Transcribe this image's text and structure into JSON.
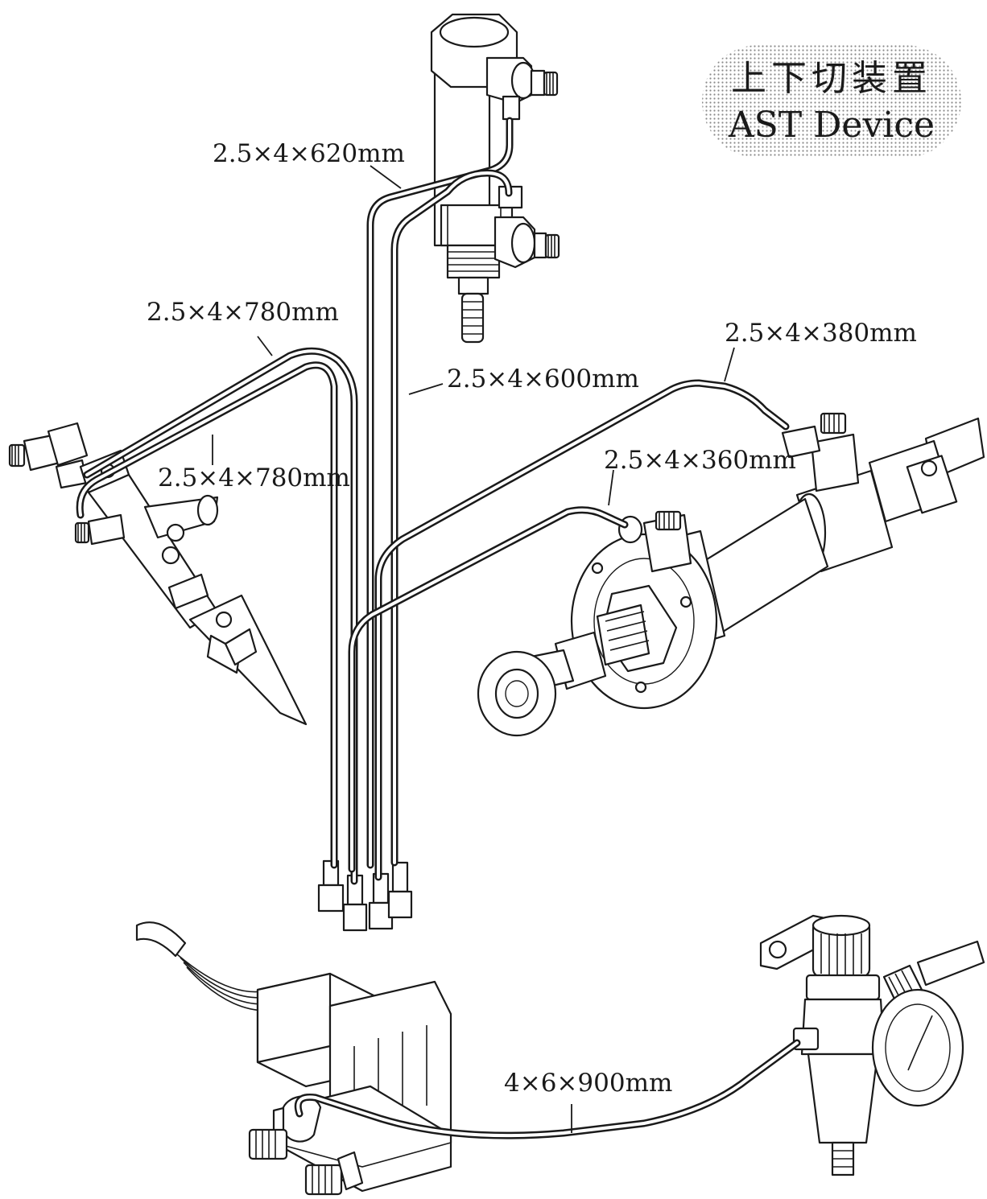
{
  "title": {
    "line1": "上下切装置",
    "line2": "AST Device"
  },
  "hoses": [
    {
      "id": "h620",
      "label": "2.5×4×620mm"
    },
    {
      "id": "h780a",
      "label": "2.5×4×780mm"
    },
    {
      "id": "h600",
      "label": "2.5×4×600mm"
    },
    {
      "id": "h380",
      "label": "2.5×4×380mm"
    },
    {
      "id": "h360",
      "label": "2.5×4×360mm"
    },
    {
      "id": "h780b",
      "label": "2.5×4×780mm"
    },
    {
      "id": "h900",
      "label": "4×6×900mm"
    }
  ],
  "colors": {
    "line": "#1a1a1a",
    "background": "#ffffff",
    "badge_fill": "#d9d9d9"
  }
}
